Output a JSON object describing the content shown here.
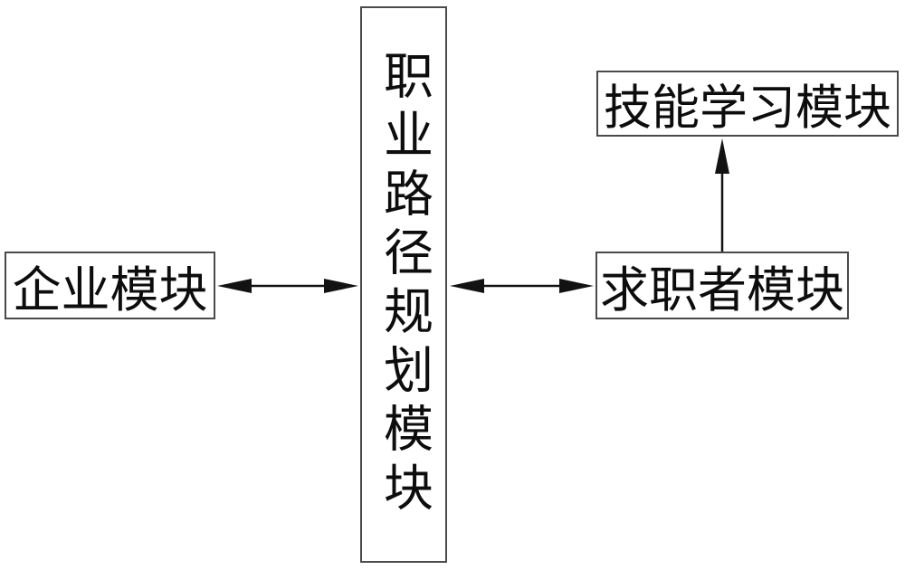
{
  "diagram": {
    "title": "module relationship diagram",
    "nodes": {
      "career_path_planning": {
        "label": "职业路径规划模块",
        "orientation": "vertical"
      },
      "enterprise": {
        "label": "企业模块",
        "orientation": "horizontal"
      },
      "job_seeker": {
        "label": "求职者模块",
        "orientation": "horizontal"
      },
      "skill_learning": {
        "label": "技能学习模块",
        "orientation": "horizontal"
      }
    },
    "connections": [
      {
        "from": "企业模块",
        "to": "职业路径规划模块",
        "type": "bidirectional-arrow"
      },
      {
        "from": "求职者模块",
        "to": "职业路径规划模块",
        "type": "bidirectional-arrow"
      },
      {
        "from": "求职者模块",
        "to": "技能学习模块",
        "type": "arrow-up"
      }
    ],
    "colors": {
      "background": "#ffffff",
      "border": "#4a4a4a",
      "text": "#0d0d0d",
      "arrow": "#121212"
    }
  }
}
